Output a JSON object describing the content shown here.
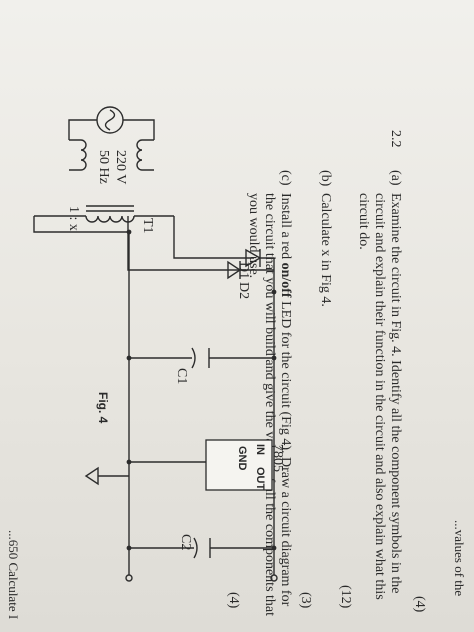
{
  "header": {
    "top_right_fragment": "...values of the",
    "marks_top": "(4)"
  },
  "question": {
    "number": "2.2",
    "part_a": {
      "label": "(a)",
      "lines": [
        "Examine the circuit in Fig. 4. Identify all the component symbols in the",
        "circuit and explain their function in the circuit and also explain what this",
        "circuit do."
      ],
      "marks": "(12)"
    },
    "part_b": {
      "label": "(b)",
      "text": "Calculate x in Fig 4.",
      "marks": "(3)"
    },
    "part_c": {
      "label": "(c)",
      "lines": [
        "Install a red on/off LED for the circuit (Fig 4). Draw a circuit diagram for",
        "the circuit that you will build and give the values of all the components that",
        "you would use."
      ],
      "text_before_bold": "Install a red ",
      "bold": "on/off",
      "text_after_bold": " LED for the circuit (Fig 4). Draw a circuit diagram for",
      "marks": "(4)"
    }
  },
  "circuit": {
    "source_voltage": "220 V",
    "source_freq": "50 Hz",
    "transformer": "T1",
    "ratio": "1 : x",
    "diode1": "D1",
    "diode2": "D2",
    "cap1": "C1",
    "cap2": "C2",
    "regulator": "7805",
    "reg_in": "IN",
    "reg_out": "OUT",
    "reg_gnd": "GND",
    "fig_caption": "Fig. 4"
  },
  "footer": {
    "fragment": "...650 Calculate I"
  }
}
